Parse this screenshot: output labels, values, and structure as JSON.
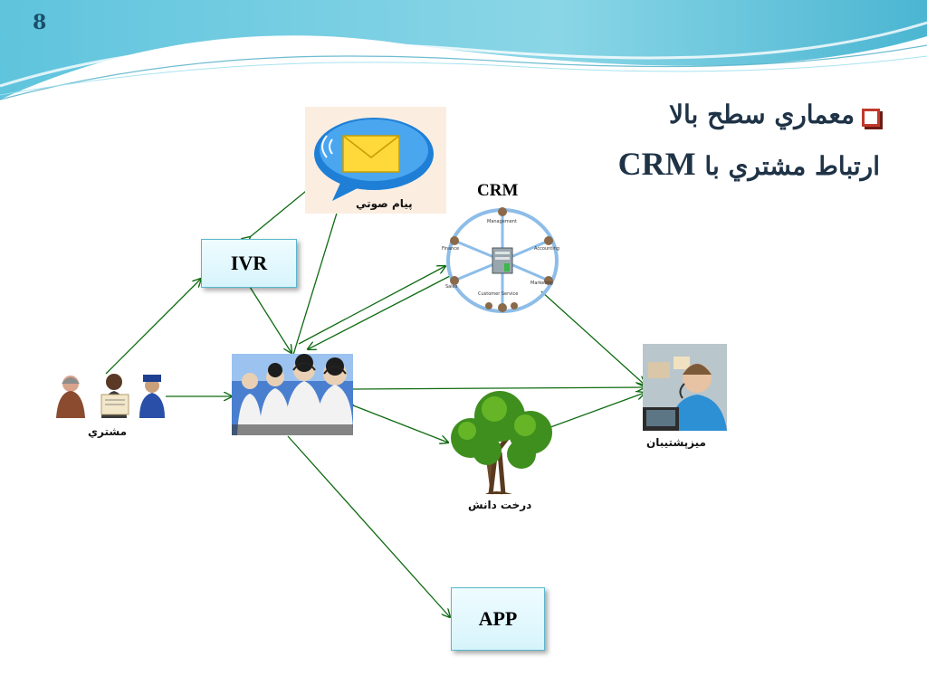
{
  "slide_number": "8",
  "title": {
    "line1": "معماري سطح بالا",
    "line2_text": "ارتباط مشتري با",
    "line2_crm": "CRM"
  },
  "nodes": {
    "voicemail_label": "پيام صوتي",
    "crm_label": "CRM",
    "crm_roles": [
      "Management",
      "Accounting",
      "Marketing",
      "Customer Service",
      "Sales",
      "Finance"
    ],
    "ivr_label": "IVR",
    "customer_label": "مشتري",
    "support_label": "ميزپشتيبان",
    "knowledge_tree_label": "درخت دانش",
    "app_label": "APP"
  },
  "colors": {
    "arrow": "#0f6b12",
    "title_text": "#1f3347",
    "bullet": "#c0392b",
    "box_border": "#58b7cc"
  }
}
